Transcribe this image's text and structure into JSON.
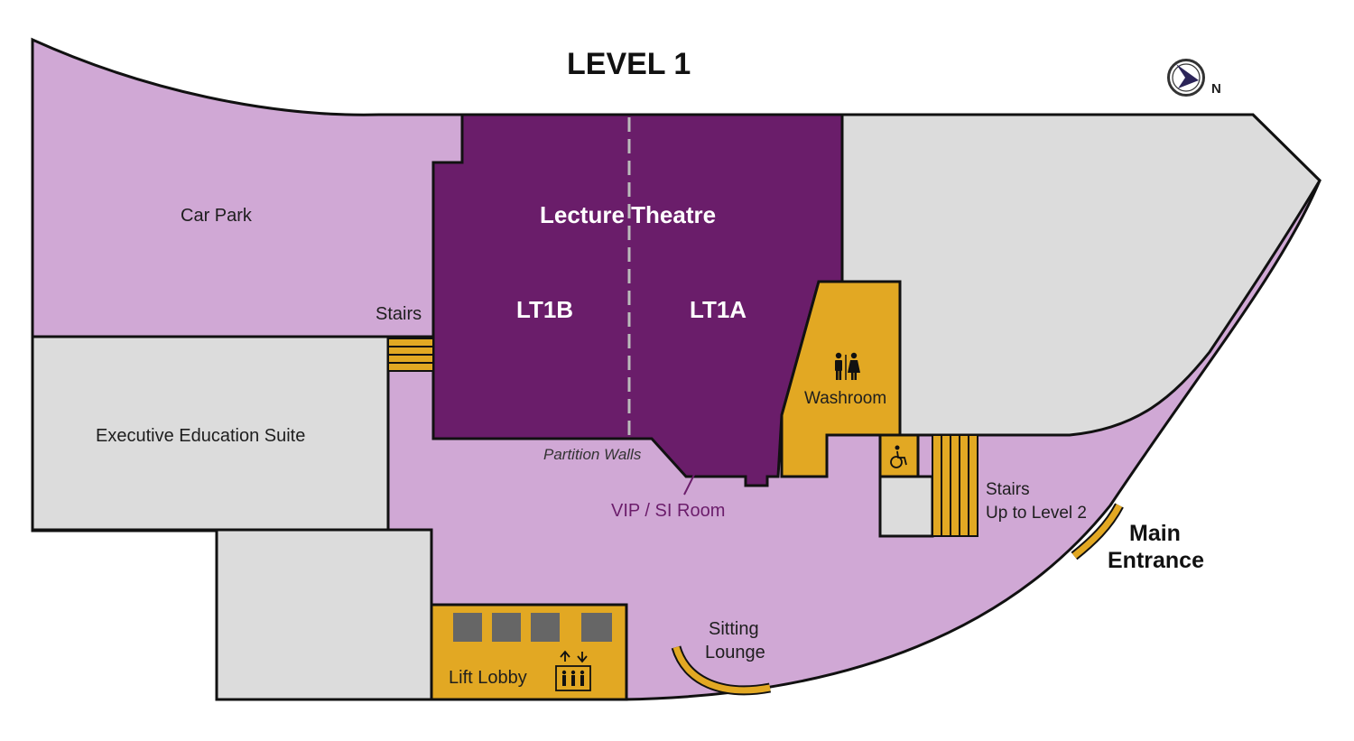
{
  "map": {
    "title": "LEVEL 1",
    "compass": {
      "label": "N",
      "icon": "north-arrow-icon"
    },
    "colors": {
      "public_area": "#d0a8d5",
      "lecture_theatre": "#6a1d6a",
      "facility": "#e2a823",
      "unused": "#dcdcdc",
      "elevator_door": "#666666"
    },
    "rooms": {
      "car_park": "Car Park",
      "lecture_theatre": "Lecture Theatre",
      "lt1b": "LT1B",
      "lt1a": "LT1A",
      "stairs_left": "Stairs",
      "executive_suite": "Executive Education Suite",
      "partition_walls": "Partition Walls",
      "vip_room": "VIP / SI Room",
      "washroom": "Washroom",
      "stairs_right_line1": "Stairs",
      "stairs_right_line2": "Up to Level 2",
      "main_entrance_line1": "Main",
      "main_entrance_line2": "Entrance",
      "sitting_lounge_line1": "Sitting",
      "sitting_lounge_line2": "Lounge",
      "lift_lobby": "Lift Lobby"
    },
    "icons": [
      "washroom-icon",
      "accessible-icon",
      "elevator-icon",
      "north-arrow-icon"
    ]
  }
}
